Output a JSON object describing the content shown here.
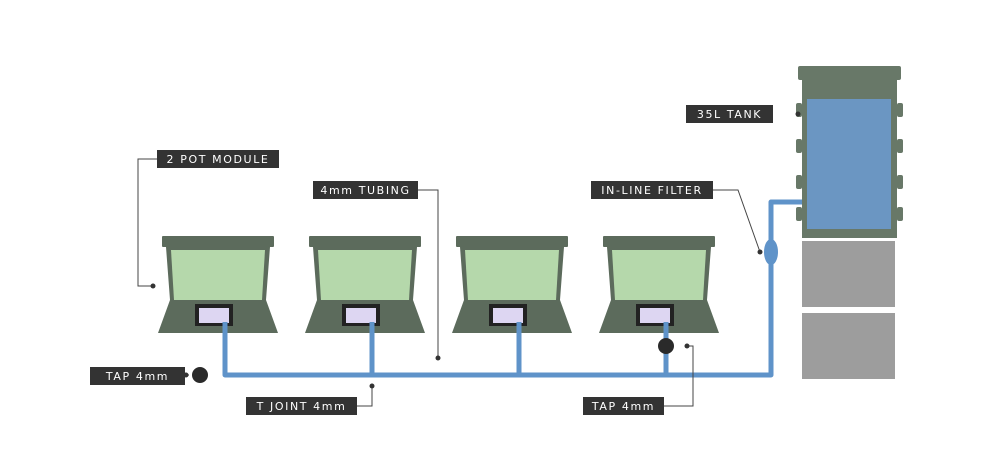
{
  "labels": {
    "tank": "35L TANK",
    "module": "2 POT MODULE",
    "tubing": "4mm TUBING",
    "filter": "IN-LINE FILTER",
    "tap_left": "TAP 4mm",
    "t_joint": "T JOINT 4mm",
    "tap_right": "TAP 4mm"
  },
  "colors": {
    "pot_frame": "#5c6b5c",
    "pot_fill": "#b5d8ab",
    "pipe": "#5f93c9",
    "tank_frame": "#687868",
    "water": "#6b96c2",
    "stand": "#9d9d9d",
    "label_bg": "#333333",
    "leader": "#444444",
    "tap": "#2a2a2a"
  }
}
